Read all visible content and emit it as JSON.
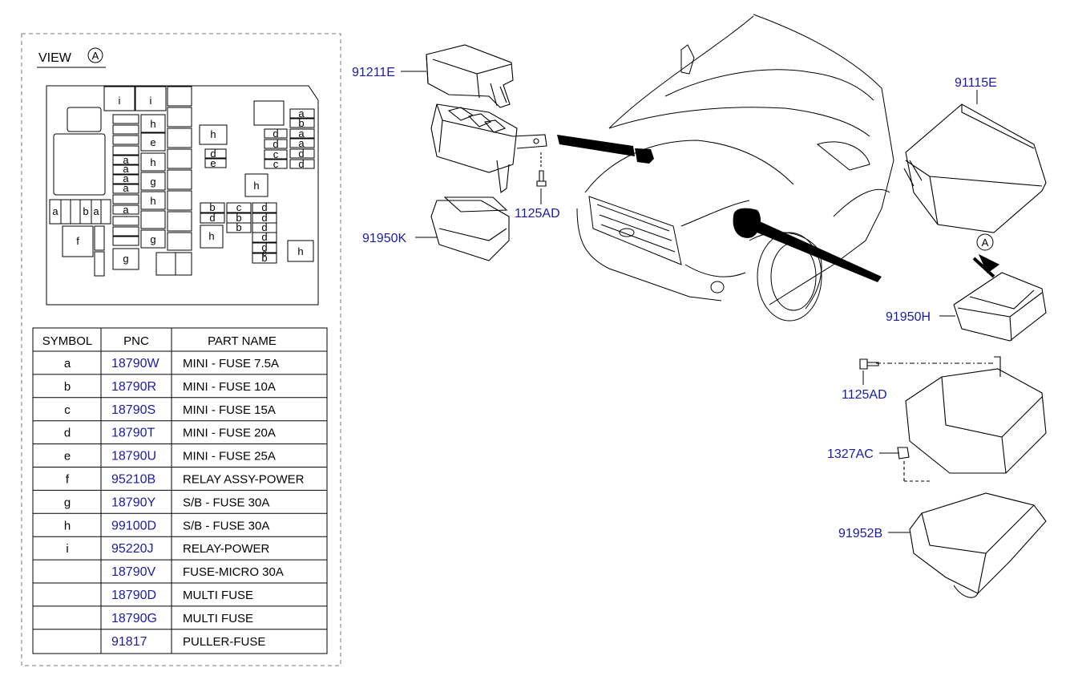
{
  "view": {
    "title": "VIEW",
    "marker": "A",
    "fuse_labels": {
      "row_i": [
        "i",
        "i"
      ],
      "col_mid": [
        "h",
        "e",
        "h",
        "g",
        "h"
      ],
      "col_left": [
        "a",
        "a",
        "a",
        "a",
        "a"
      ],
      "bottom_row": [
        "a",
        "b",
        "a"
      ],
      "f": "f",
      "g_bottom": [
        "g",
        "g"
      ],
      "h_mid": [
        "h",
        "d",
        "e"
      ],
      "h_single": [
        "h",
        "h",
        "h"
      ],
      "right_stack_a": [
        "a",
        "b",
        "a",
        "a",
        "d",
        "d"
      ],
      "right_stack_b": [
        "d",
        "d",
        "c",
        "c"
      ],
      "grid_bc": [
        "b",
        "c",
        "d",
        "d",
        "b",
        "d",
        "b",
        "d"
      ],
      "lower_right": [
        "d",
        "d",
        "c",
        "b"
      ]
    }
  },
  "table": {
    "headers": [
      "SYMBOL",
      "PNC",
      "PART NAME"
    ],
    "rows": [
      {
        "symbol": "a",
        "pnc": "18790W",
        "name": "MINI - FUSE 7.5A"
      },
      {
        "symbol": "b",
        "pnc": "18790R",
        "name": "MINI - FUSE 10A"
      },
      {
        "symbol": "c",
        "pnc": "18790S",
        "name": "MINI - FUSE 15A"
      },
      {
        "symbol": "d",
        "pnc": "18790T",
        "name": "MINI - FUSE 20A"
      },
      {
        "symbol": "e",
        "pnc": "18790U",
        "name": "MINI - FUSE 25A"
      },
      {
        "symbol": "f",
        "pnc": "95210B",
        "name": "RELAY ASSY-POWER"
      },
      {
        "symbol": "g",
        "pnc": "18790Y",
        "name": "S/B - FUSE 30A"
      },
      {
        "symbol": "h",
        "pnc": "99100D",
        "name": "S/B - FUSE 30A"
      },
      {
        "symbol": "i",
        "pnc": "95220J",
        "name": "RELAY-POWER"
      },
      {
        "symbol": "",
        "pnc": "18790V",
        "name": "FUSE-MICRO 30A"
      },
      {
        "symbol": "",
        "pnc": "18790D",
        "name": "MULTI FUSE"
      },
      {
        "symbol": "",
        "pnc": "18790G",
        "name": "MULTI FUSE"
      },
      {
        "symbol": "",
        "pnc": "91817",
        "name": "PULLER-FUSE"
      }
    ]
  },
  "callouts": {
    "c1": "91211E",
    "c2": "1125AD",
    "c3": "91950K",
    "c4": "91115E",
    "c5": "91950H",
    "c6": "1125AD",
    "c7": "1327AC",
    "c8": "91952B",
    "view_marker": "A"
  },
  "colors": {
    "link": "#1a1aa6",
    "line": "#000000",
    "frame": "#7a7a7a"
  }
}
